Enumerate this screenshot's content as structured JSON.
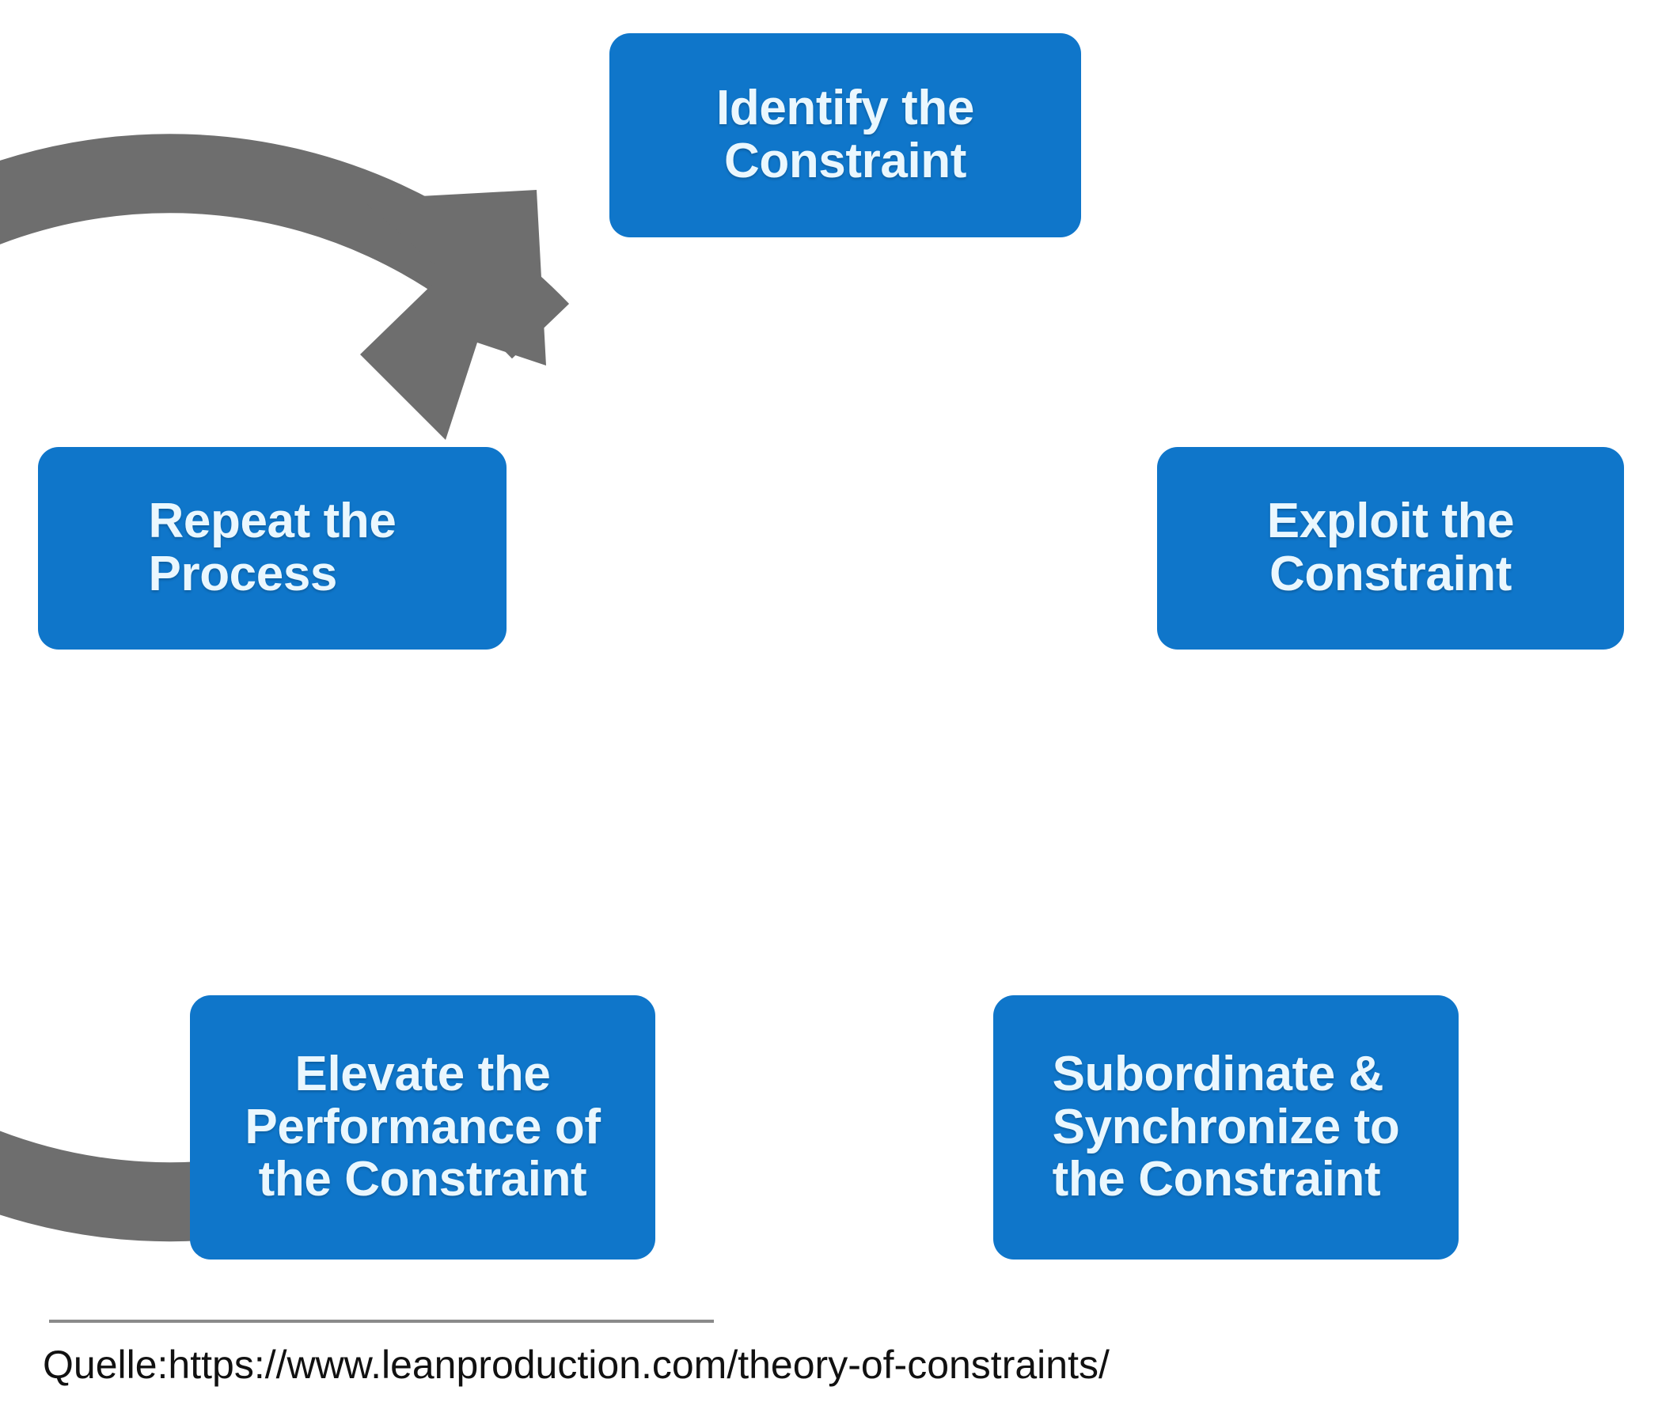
{
  "diagram": {
    "title": "Theory of Constraints Five Focusing Steps cycle",
    "type": "cycle-diagram",
    "accent_color": "#0f76ca",
    "arrow_color": "#6e6e6e",
    "label_color": "#eaf7fe",
    "background_color": "#ffffff",
    "direction": "clockwise",
    "arrowhead_position": "top-left",
    "nodes": [
      {
        "id": "identify",
        "order": 1,
        "label": "Identify the\nConstraint",
        "position": "top"
      },
      {
        "id": "exploit",
        "order": 2,
        "label": "Exploit the\nConstraint",
        "position": "right"
      },
      {
        "id": "subordinate",
        "order": 3,
        "label": "Subordinate &\nSynchronize to\nthe Constraint",
        "position": "bottom-right"
      },
      {
        "id": "elevate",
        "order": 4,
        "label": "Elevate the\nPerformance of\nthe Constraint",
        "position": "bottom-left"
      },
      {
        "id": "repeat",
        "order": 5,
        "label": "Repeat the\nProcess",
        "position": "left"
      }
    ]
  },
  "footer": {
    "source_text": "Quelle:https://www.leanproduction.com/theory-of-constraints/"
  }
}
